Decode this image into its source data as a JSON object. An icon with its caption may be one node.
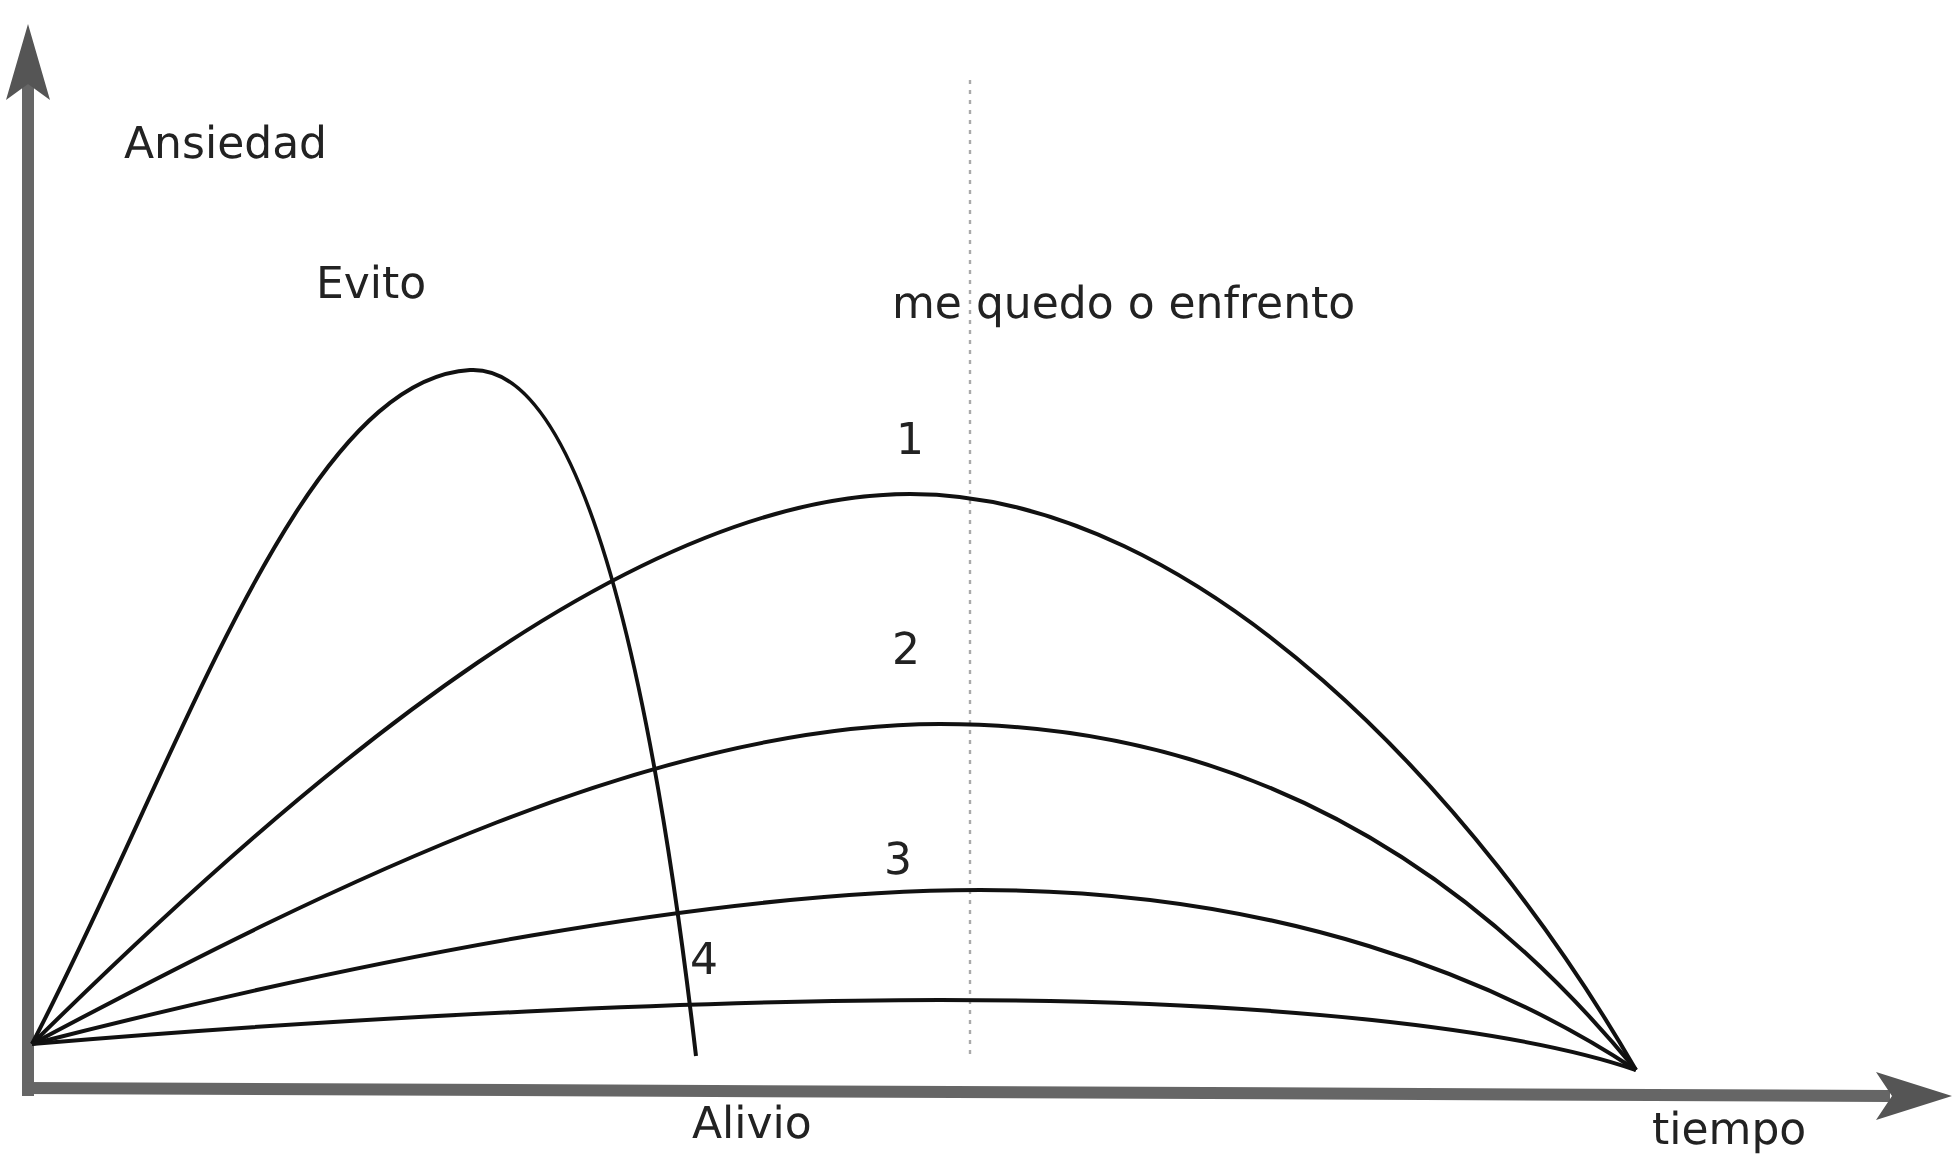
{
  "diagram": {
    "labels": [
      "Ansiedad",
      "Evito",
      "me quedo o enfrento",
      "1",
      "2",
      "3",
      "4",
      "Alivio",
      "tiempo"
    ]
  }
}
